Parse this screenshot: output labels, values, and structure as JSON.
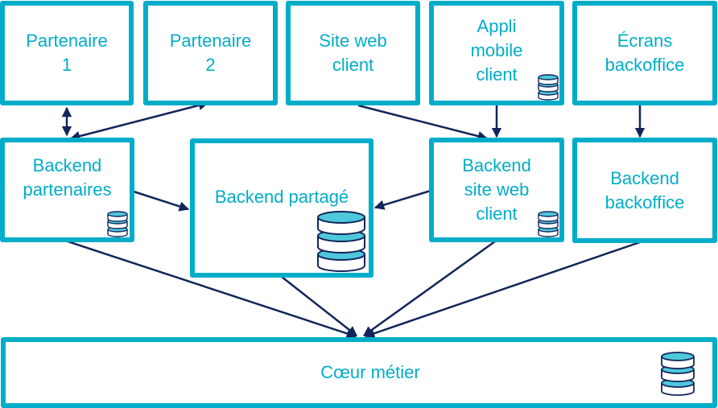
{
  "diagram": {
    "title": "Architecture",
    "colors": {
      "box_border": "#00ADC9",
      "text": "#00ADC9",
      "arrow": "#13255A",
      "db_fill": "#4FC8DC",
      "db_stroke": "#13255A"
    },
    "nodes": {
      "partenaire1": {
        "label": "Partenaire\n1",
        "has_database": false
      },
      "partenaire2": {
        "label": "Partenaire\n2",
        "has_database": false
      },
      "site_web_client": {
        "label": "Site web\nclient",
        "has_database": false
      },
      "appli_mobile_client": {
        "label": "Appli\nmobile\nclient",
        "has_database": true
      },
      "ecrans_backoffice": {
        "label": "Écrans\nbackoffice",
        "has_database": false
      },
      "backend_partenaires": {
        "label": "Backend\npartenaires",
        "has_database": true
      },
      "backend_partage": {
        "label": "Backend partagé",
        "has_database": true
      },
      "backend_site_web_client": {
        "label": "Backend\nsite web\nclient",
        "has_database": true
      },
      "backend_backoffice": {
        "label": "Backend\nbackoffice",
        "has_database": false
      },
      "coeur_metier": {
        "label": "Cœur métier",
        "has_database": true
      }
    },
    "edges": [
      {
        "from": "partenaire1",
        "to": "backend_partenaires",
        "bidirectional": true
      },
      {
        "from": "partenaire2",
        "to": "backend_partenaires",
        "bidirectional": true
      },
      {
        "from": "site_web_client",
        "to": "backend_site_web_client",
        "bidirectional": false
      },
      {
        "from": "appli_mobile_client",
        "to": "backend_site_web_client",
        "bidirectional": false
      },
      {
        "from": "ecrans_backoffice",
        "to": "backend_backoffice",
        "bidirectional": false
      },
      {
        "from": "backend_partenaires",
        "to": "backend_partage",
        "bidirectional": false
      },
      {
        "from": "backend_site_web_client",
        "to": "backend_partage",
        "bidirectional": false
      },
      {
        "from": "backend_partenaires",
        "to": "coeur_metier",
        "bidirectional": false
      },
      {
        "from": "backend_partage",
        "to": "coeur_metier",
        "bidirectional": false
      },
      {
        "from": "backend_site_web_client",
        "to": "coeur_metier",
        "bidirectional": false
      },
      {
        "from": "backend_backoffice",
        "to": "coeur_metier",
        "bidirectional": false
      }
    ]
  }
}
